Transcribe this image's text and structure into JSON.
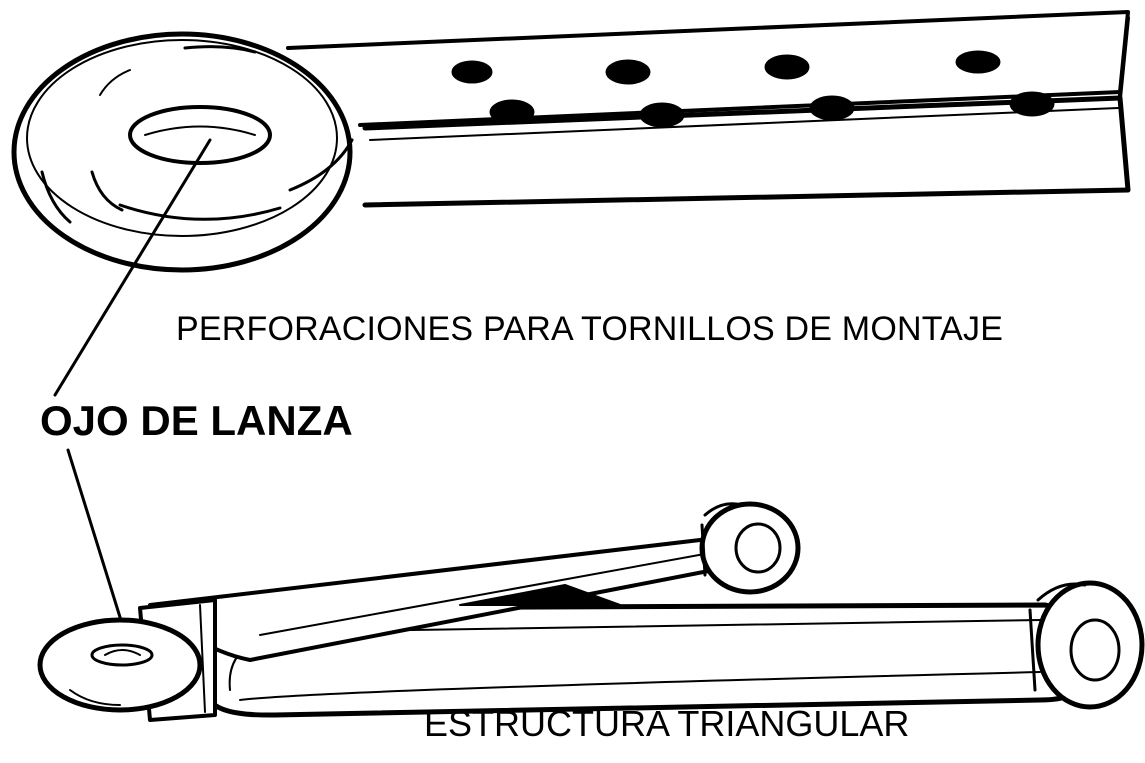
{
  "labels": {
    "holes": "PERFORACIONES PARA TORNILLOS DE MONTAJE",
    "eye": "OJO DE LANZA",
    "frame": "ESTRUCTURA TRIANGULAR"
  },
  "colors": {
    "ink": "#000000",
    "paper": "#ffffff"
  }
}
